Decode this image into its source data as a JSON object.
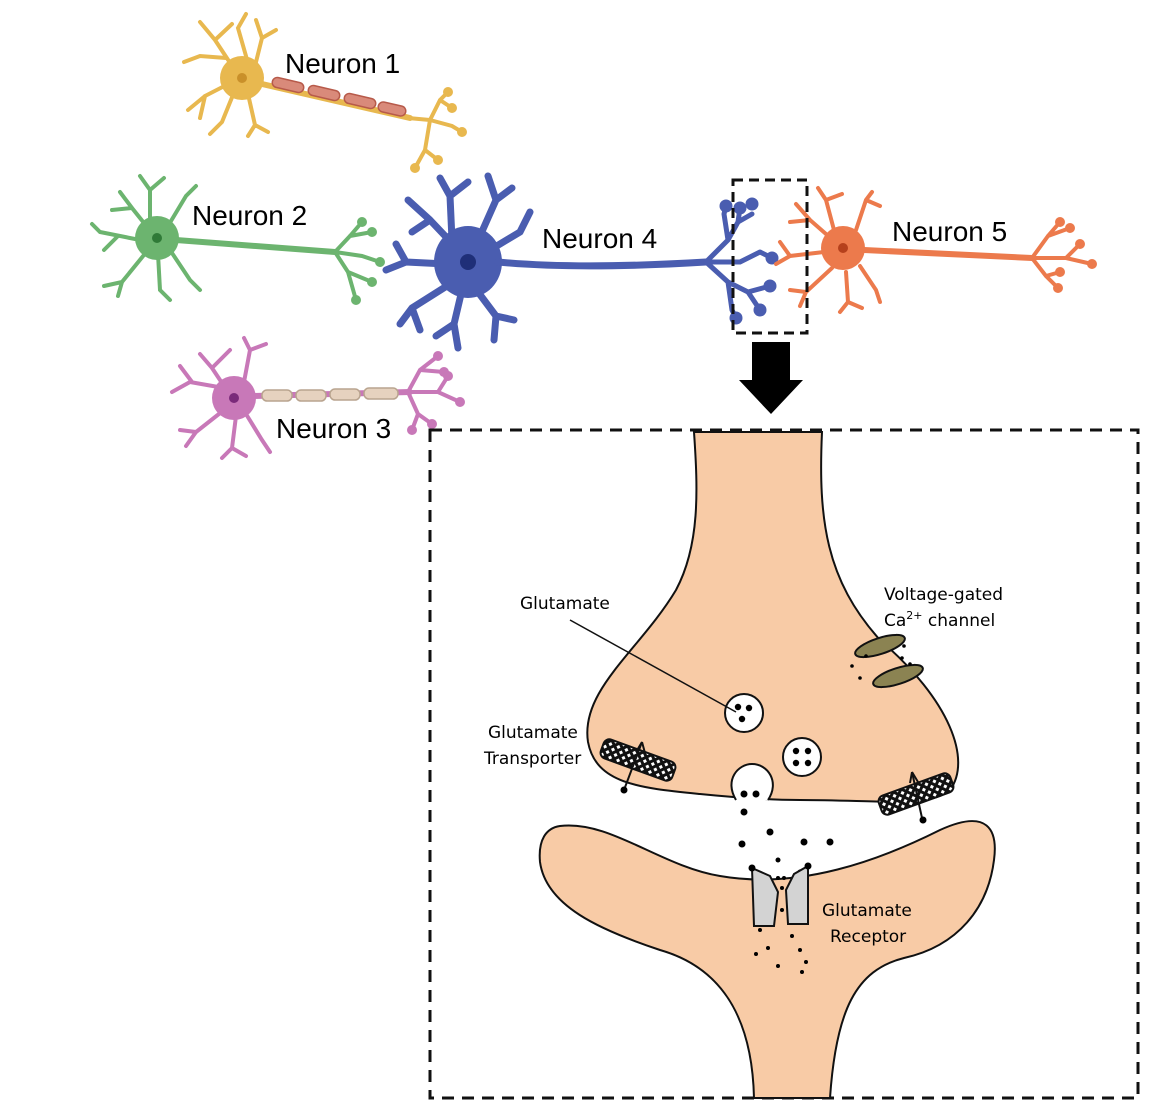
{
  "neurons": [
    {
      "label": "Neuron 1",
      "color": "#e8b84f"
    },
    {
      "label": "Neuron 2",
      "color": "#6cb46f"
    },
    {
      "label": "Neuron 3",
      "color": "#c878b8"
    },
    {
      "label": "Neuron 4",
      "color": "#4a5db0"
    },
    {
      "label": "Neuron 5",
      "color": "#ec7a4c"
    }
  ],
  "synapse": {
    "glutamate": "Glutamate",
    "transporter_line1": "Glutamate",
    "transporter_line2": "Transporter",
    "channel_line1": "Voltage-gated",
    "channel_ca": "Ca",
    "channel_charge": "2+",
    "channel_rest": " channel",
    "receptor_line1": "Glutamate",
    "receptor_line2": "Receptor"
  },
  "colors": {
    "terminal_fill": "#f8cba6",
    "channel_fill": "#8b8352",
    "receptor_fill": "#d3d3d3",
    "myelin_1": "#d98a7a",
    "myelin_3": "#e6d2bf"
  }
}
